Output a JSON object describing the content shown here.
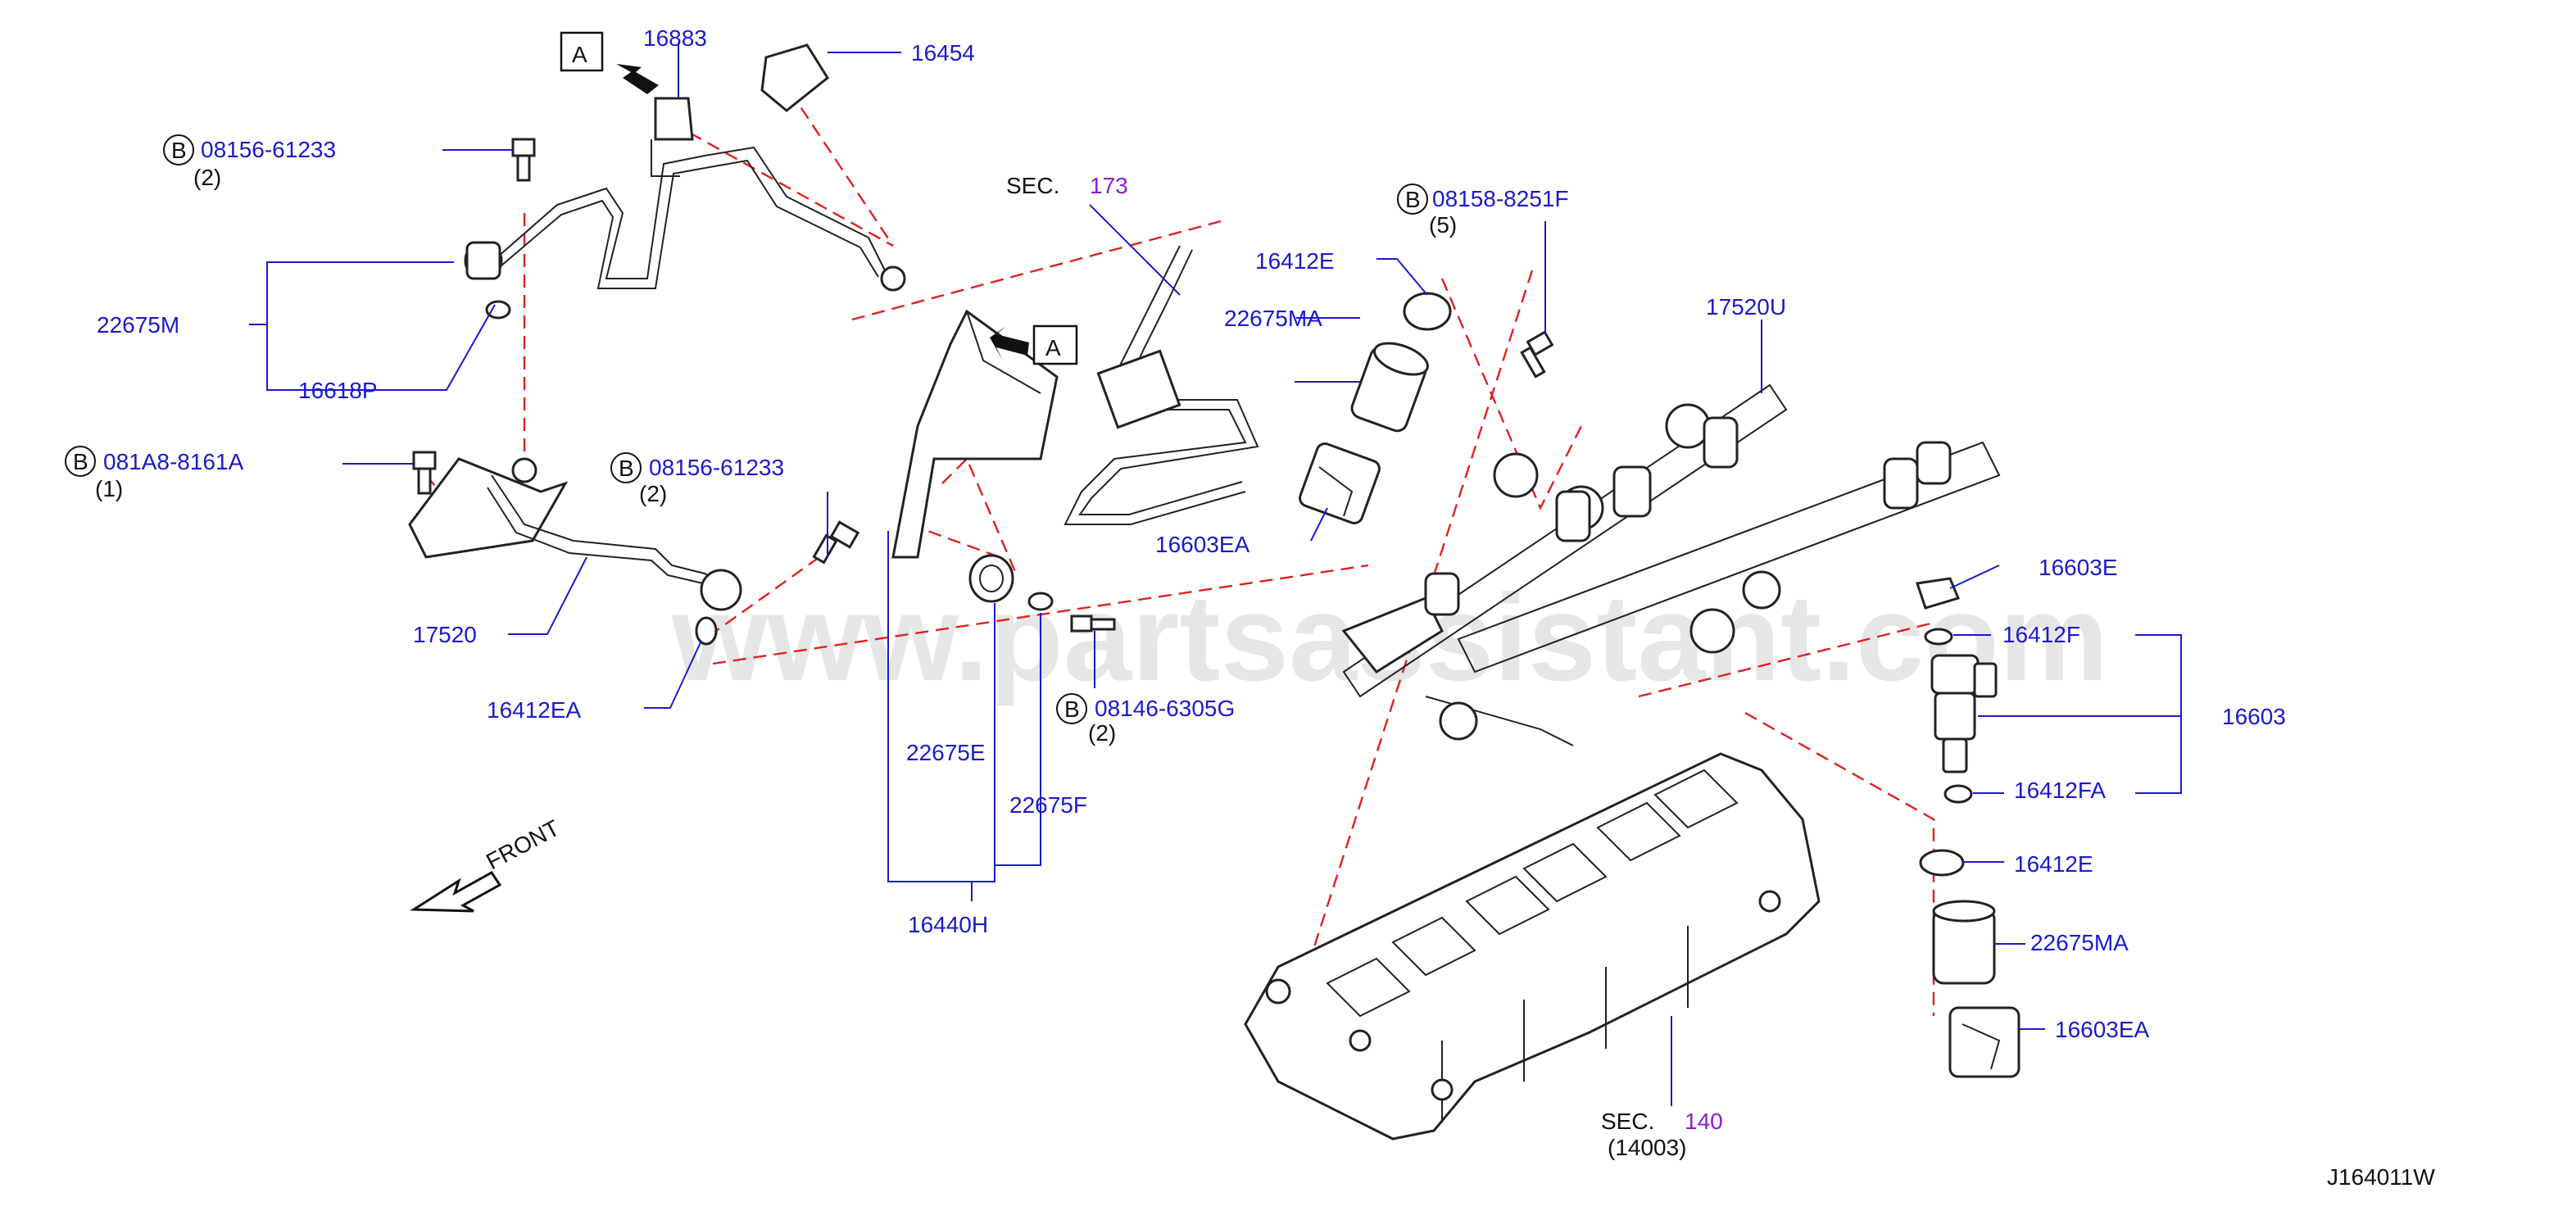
{
  "watermark": "www.partsassistant.com",
  "diagram_code": "J164011W",
  "front_label": "FRONT",
  "view_ref": "A",
  "bolt_marker": "B",
  "colors": {
    "part_number": "#1a1acc",
    "section_ref": "#8b1fcc",
    "leader": "#1a1acc",
    "dashed": "#e02020",
    "outline": "#222222"
  },
  "labels": {
    "p16883": "16883",
    "p16454": "16454",
    "b_08156_top": "08156-61233",
    "q2_top": "(2)",
    "p22675M": "22675M",
    "p16618P": "16618P",
    "b_081A8": "081A8-8161A",
    "q1": "(1)",
    "b_08156_mid": "08156-61233",
    "q2_mid": "(2)",
    "p17520": "17520",
    "p16412EA": "16412EA",
    "sec173_prefix": "SEC.",
    "sec173_num": "173",
    "p22675MA_top": "22675MA",
    "p16412E_top": "16412E",
    "b_08158": "08158-8251F",
    "q5": "(5)",
    "p16603EA_top": "16603EA",
    "p17520U": "17520U",
    "p16603E": "16603E",
    "p16412F": "16412F",
    "p16603": "16603",
    "p16412FA": "16412FA",
    "p16412E_right": "16412E",
    "p22675MA_right": "22675MA",
    "p16603EA_right": "16603EA",
    "b_08146": "08146-6305G",
    "q2_bot": "(2)",
    "p22675E": "22675E",
    "p22675F": "22675F",
    "p16440H": "16440H",
    "sec140_prefix": "SEC.",
    "sec140_num": "140",
    "p14003": "(14003)"
  }
}
